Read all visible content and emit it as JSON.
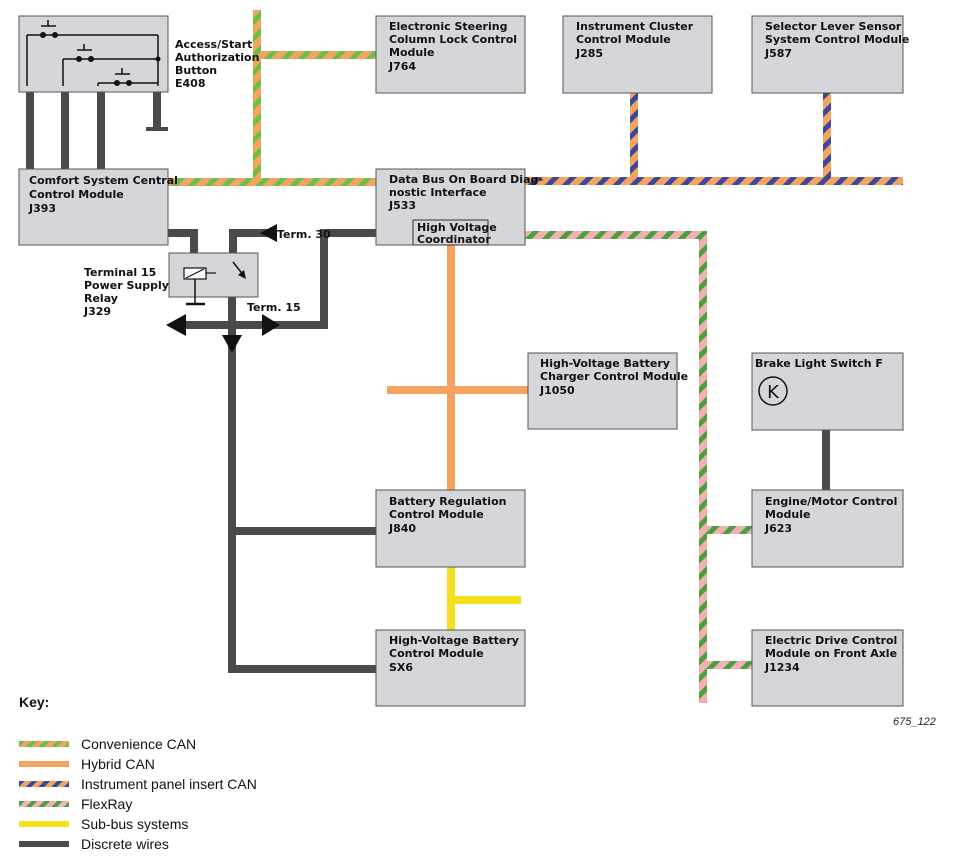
{
  "modules": {
    "j764": {
      "lines": [
        "Electronic Steering",
        "Column Lock Control",
        "Module",
        "J764"
      ]
    },
    "j285": {
      "lines": [
        "Instrument Cluster",
        "Control Module",
        "J285"
      ]
    },
    "j587": {
      "lines": [
        "Selector Lever Sensor",
        "System Control Module",
        "J587"
      ]
    },
    "j393": {
      "lines": [
        "Comfort System Central",
        "Control Module",
        "J393"
      ]
    },
    "j533": {
      "lines": [
        "Data Bus On Board Diag-",
        "nostic Interface",
        "J533"
      ]
    },
    "hv_coordinator": {
      "lines": [
        "High Voltage",
        "Coordinator"
      ]
    },
    "j1050": {
      "lines": [
        "High-Voltage Battery",
        "Charger Control Module",
        "J1050"
      ]
    },
    "brake": {
      "lines": [
        "Brake Light Switch F"
      ],
      "symbol": "K"
    },
    "j840": {
      "lines": [
        "Battery Regulation",
        "Control Module",
        "J840"
      ]
    },
    "j623": {
      "lines": [
        "Engine/Motor Control",
        "Module",
        "J623"
      ]
    },
    "sx6": {
      "lines": [
        "High-Voltage Battery",
        "Control Module",
        "SX6"
      ]
    },
    "j1234": {
      "lines": [
        "Electric Drive Control",
        "Module on Front Axle",
        "J1234"
      ]
    }
  },
  "labels": {
    "e408": [
      "Access/Start",
      "Authorization",
      "Button",
      "E408"
    ],
    "j329": [
      "Terminal 15",
      "Power Supply",
      "Relay",
      "J329"
    ],
    "term30": "Term. 30",
    "term15": "Term. 15"
  },
  "key": {
    "title": "Key:",
    "items": [
      {
        "label": "Convenience CAN",
        "style": "convenience",
        "colors": [
          "#f4a460",
          "#6abf4b"
        ]
      },
      {
        "label": "Hybrid CAN",
        "style": "hybrid",
        "colors": [
          "#f4a460"
        ]
      },
      {
        "label": "Instrument panel insert CAN",
        "style": "instrument",
        "colors": [
          "#f4a460",
          "#3a4a9a"
        ]
      },
      {
        "label": "FlexRay",
        "style": "flexray",
        "colors": [
          "#f4a6a6",
          "#4aa040"
        ]
      },
      {
        "label": "Sub-bus systems",
        "style": "subbus",
        "colors": [
          "#f5e020"
        ]
      },
      {
        "label": "Discrete wires",
        "style": "discrete",
        "colors": [
          "#4a4a4a"
        ]
      }
    ]
  },
  "figure_id": "675_122"
}
